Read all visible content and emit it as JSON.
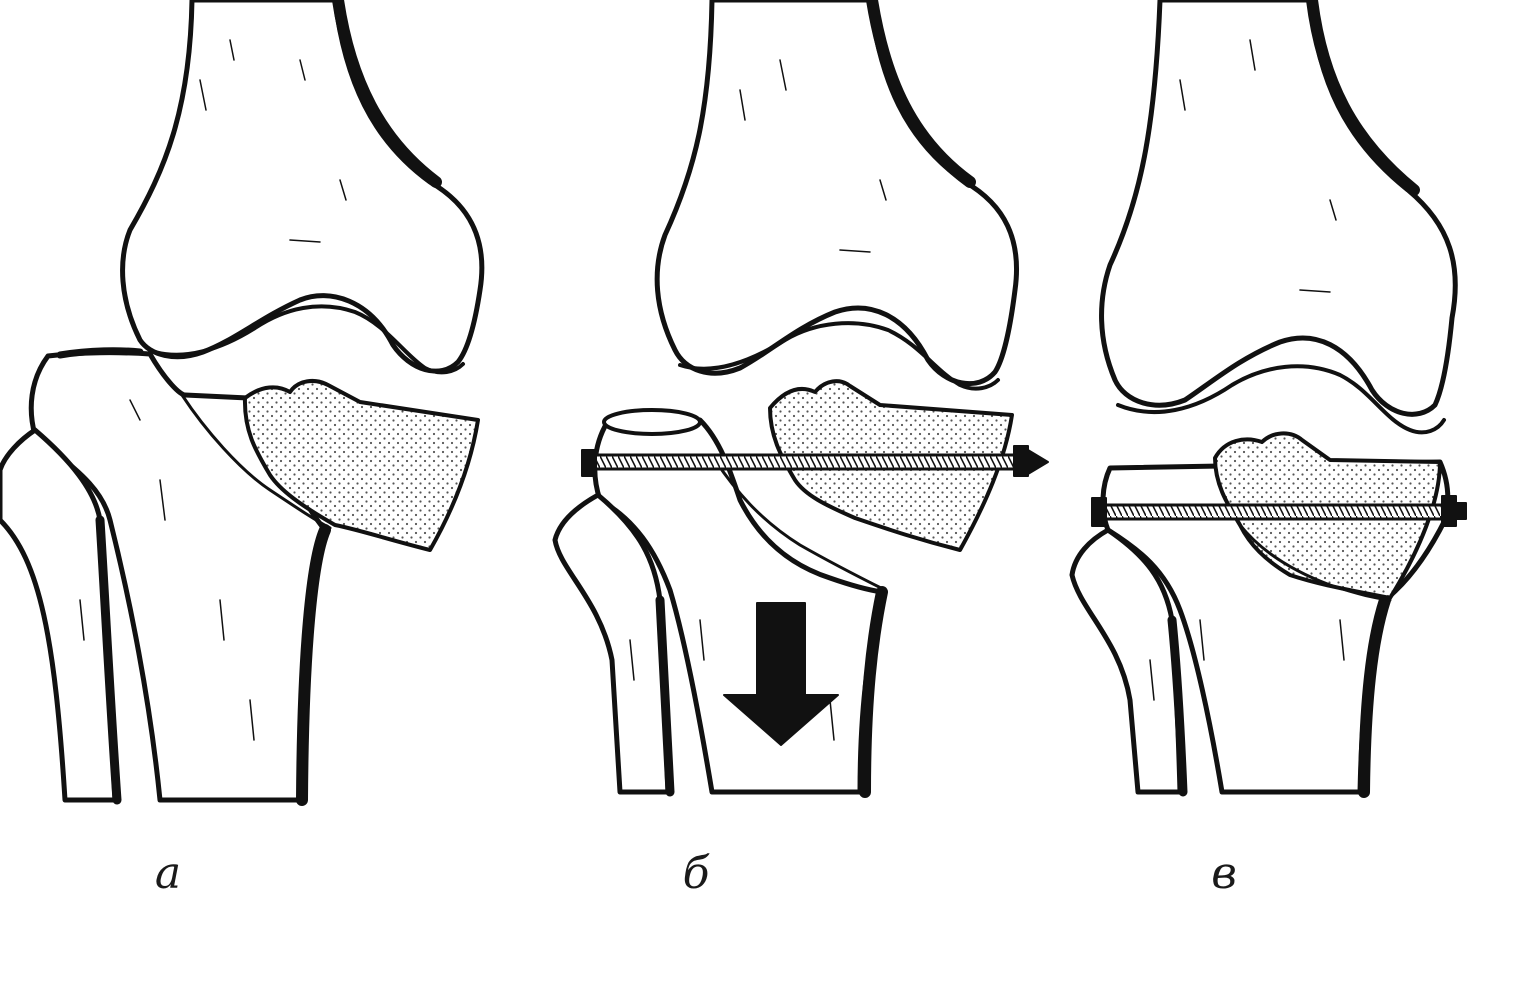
{
  "panels": [
    {
      "label": "а"
    },
    {
      "label": "б"
    },
    {
      "label": "в"
    }
  ],
  "colors": {
    "ink": "#111111",
    "fill": "#ffffff",
    "fragment_stipple": "#555555"
  },
  "icons": {
    "arrow": "down-arrow-icon",
    "screw": "screw-icon"
  }
}
